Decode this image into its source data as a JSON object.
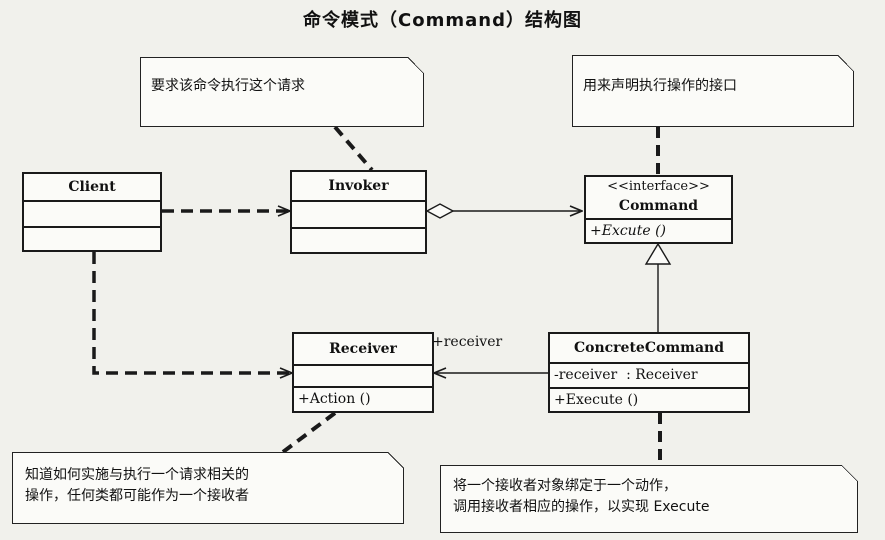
{
  "title": "命令模式（Command）结构图",
  "classes": {
    "client": {
      "name": "Client"
    },
    "invoker": {
      "name": "Invoker"
    },
    "command": {
      "stereotype": "<<interface>>",
      "name": "Command",
      "operation": "+Excute ()"
    },
    "receiver": {
      "name": "Receiver",
      "operation": "+Action ()"
    },
    "concrete": {
      "name": "ConcreteCommand",
      "attribute": "-receiver  : Receiver",
      "operation": "+Execute ()"
    }
  },
  "association_label": "+receiver",
  "notes": {
    "invoker_note": "要求该命令执行这个请求",
    "command_note": "用来声明执行操作的接口",
    "receiver_note_line1": "知道如何实施与执行一个请求相关的",
    "receiver_note_line2": "操作，任何类都可能作为一个接收者",
    "concrete_note_line1": "将一个接收者对象绑定于一个动作，",
    "concrete_note_line2": "调用接收者相应的操作，以实现 Execute"
  }
}
